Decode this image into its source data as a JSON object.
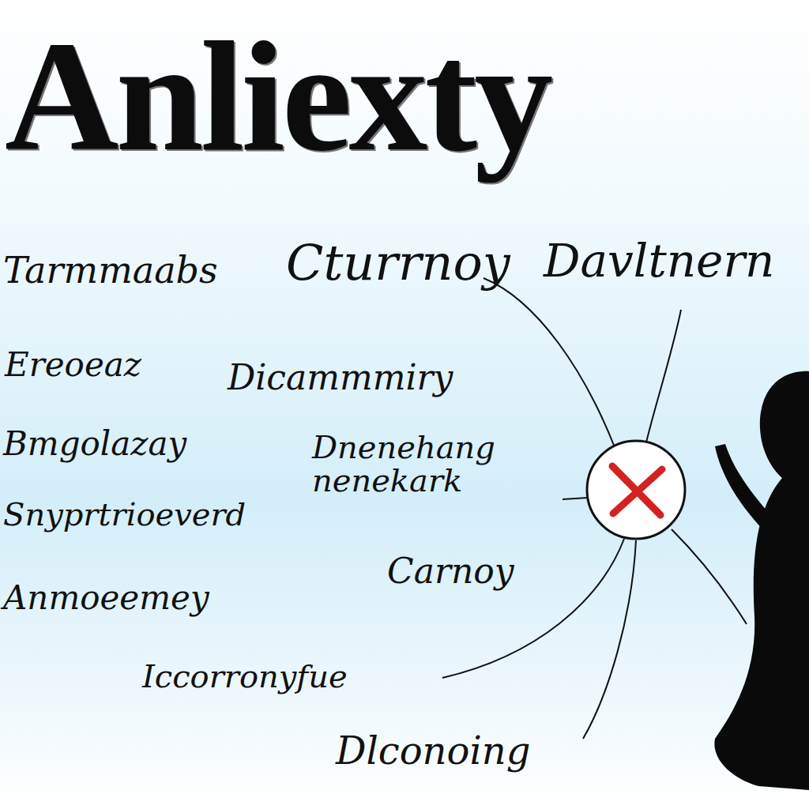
{
  "diagram": {
    "title": "Anliexty",
    "labels": [
      "Tarmmaabs",
      "Cturrnoy",
      "Davltnern",
      "Ereoeaz",
      "Dicammmiry",
      "Bmgolazay",
      "Dnenehang nenekark",
      "Snyprtrioeverd",
      "Carnoy",
      "Anmoeemey",
      "Iccorronyfue",
      "Dlconoing"
    ]
  }
}
